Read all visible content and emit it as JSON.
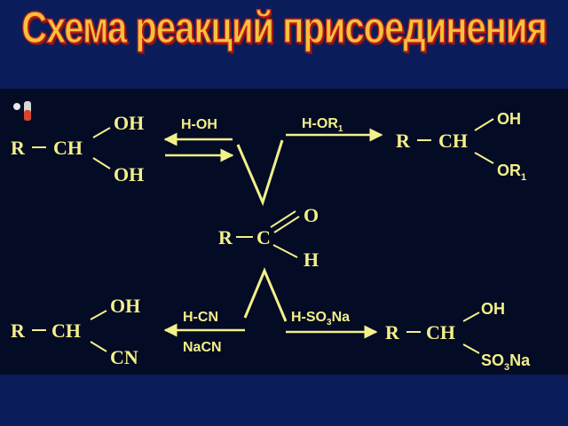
{
  "title": "Схема реакций присоединения",
  "colors": {
    "background": "#0b1c5a",
    "panel": "#040b24",
    "formula": "#f2f08a",
    "title_fill": "#f6c23c",
    "title_outline": "#c4221a"
  },
  "icon": "test-tube-icon",
  "center": {
    "r": "R",
    "c": "C",
    "o": "O",
    "h": "H"
  },
  "top_left": {
    "r": "R",
    "ch": "CH",
    "g1": "OH",
    "g2": "OH"
  },
  "top_right": {
    "r": "R",
    "ch": "CH",
    "g1": "OH",
    "g2": "OR",
    "g2_sub": "1"
  },
  "bottom_left": {
    "r": "R",
    "ch": "CH",
    "g1": "OH",
    "g2": "CN"
  },
  "bottom_right": {
    "r": "R",
    "ch": "CH",
    "g1": "OH",
    "g2": "SO",
    "g2_sub": "3",
    "g2_tail": "Na"
  },
  "reagents": {
    "hoh": "H-OH",
    "hor_main": "H-OR",
    "hor_sub": "1",
    "hcn": "H-CN",
    "nacn": "NaCN",
    "hso3_main": "H-SO",
    "hso3_sub": "3",
    "hso3_tail": "Na"
  }
}
